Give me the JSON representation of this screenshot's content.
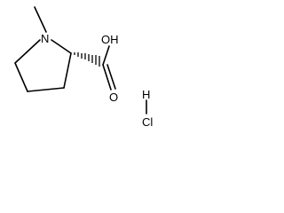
{
  "molecule": {
    "atoms": {
      "nitrogen": "N",
      "hydroxyl": "OH",
      "carbonyl_oxygen": "O",
      "hydrogen": "H",
      "chlorine": "Cl"
    },
    "stereo_bond": "hashed-wedge",
    "colors": {
      "ink": "#000000",
      "background": "#ffffff"
    }
  }
}
